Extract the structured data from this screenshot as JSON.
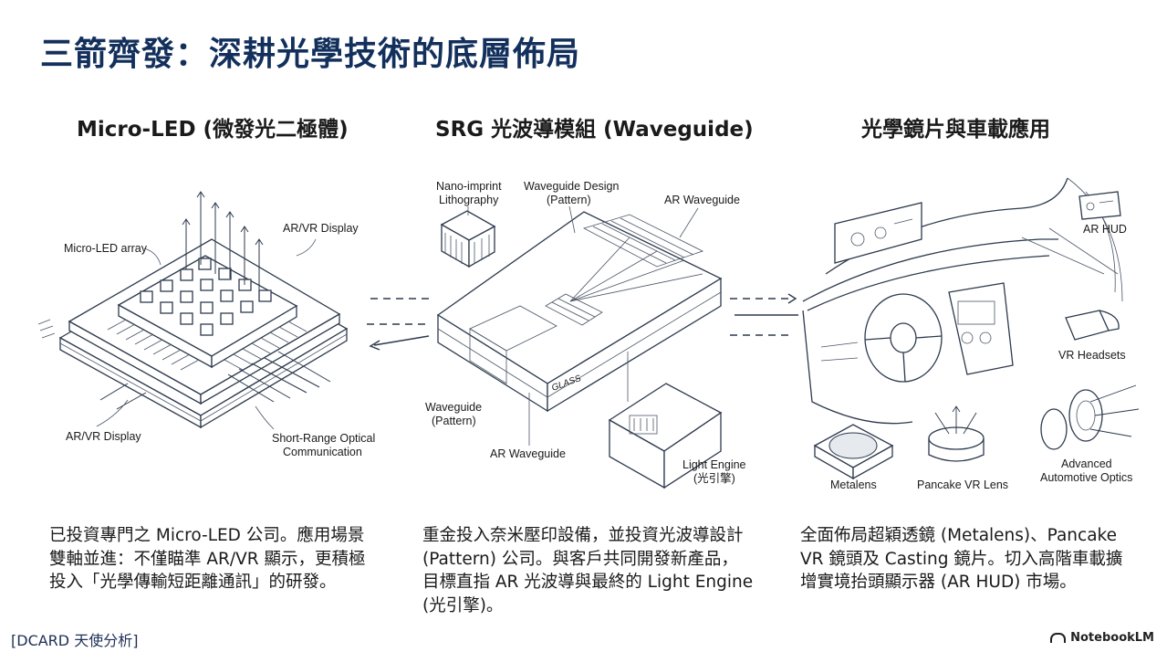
{
  "page": {
    "title": "三箭齊發：深耕光學技術的底層佈局",
    "footer_left": "[DCARD 天使分析]",
    "footer_right": "NotebookLM"
  },
  "columns": [
    {
      "title": "Micro-LED (微發光二極體)",
      "labels": {
        "array": "Micro-LED array",
        "display_top": "AR/VR Display",
        "display_bottom": "AR/VR Display",
        "optical_comm_1": "Short-Range Optical",
        "optical_comm_2": "Communication"
      },
      "description": [
        "已投資專門之 Micro-LED 公司。應用場景",
        "雙軸並進：不僅瞄準 AR/VR 顯示，更積極",
        "投入「光學傳輸短距離通訊」的研發。"
      ]
    },
    {
      "title": "SRG 光波導模組 (Waveguide)",
      "labels": {
        "nano_1": "Nano-imprint",
        "nano_2": "Lithography",
        "design_1": "Waveguide Design",
        "design_2": "(Pattern)",
        "ar_waveguide_top": "AR Waveguide",
        "waveguide_1": "Waveguide",
        "waveguide_2": "(Pattern)",
        "ar_waveguide_bottom": "AR Waveguide",
        "light_engine_1": "Light Engine",
        "light_engine_2": "(光引擎)",
        "glass": "GLASS"
      },
      "description": [
        "重金投入奈米壓印設備，並投資光波導設計",
        "(Pattern) 公司。與客戶共同開發新產品，",
        "目標直指 AR 光波導與最終的 Light Engine",
        "(光引擎)。"
      ]
    },
    {
      "title": "光學鏡片與車載應用",
      "labels": {
        "ar_hud": "AR HUD",
        "vr_headsets": "VR Headsets",
        "metalens": "Metalens",
        "pancake": "Pancake VR Lens",
        "advanced_1": "Advanced",
        "advanced_2": "Automotive Optics"
      },
      "description": [
        "全面佈局超穎透鏡 (Metalens)、Pancake",
        "VR 鏡頭及 Casting 鏡片。切入高階車載擴",
        "增實境抬頭顯示器 (AR HUD) 市場。"
      ]
    }
  ]
}
